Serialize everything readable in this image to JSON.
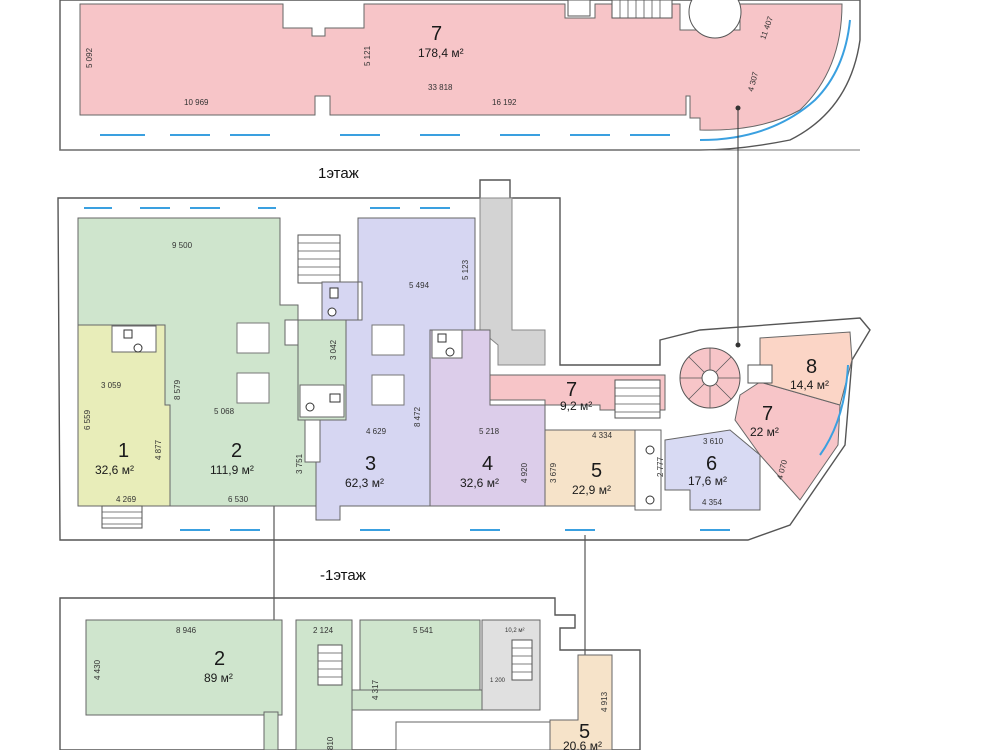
{
  "floors": {
    "upper_rooms": [
      {
        "number": "7",
        "area": "178,4 м²",
        "color": "#f7c5c8"
      }
    ],
    "first": {
      "label": "1этаж",
      "rooms": [
        {
          "number": "1",
          "area": "32,6 м²",
          "color": "#e8edb9"
        },
        {
          "number": "2",
          "area": "111,9 м²",
          "color": "#cfe5cd"
        },
        {
          "number": "3",
          "area": "62,3 м²",
          "color": "#d6d6f2"
        },
        {
          "number": "4",
          "area": "32,6 м²",
          "color": "#dccdea"
        },
        {
          "number": "5",
          "area": "22,9 м²",
          "color": "#f6e3c9"
        },
        {
          "number": "6",
          "area": "17,6 м²",
          "color": "#d8daf3"
        },
        {
          "number": "7",
          "area": "22 м²",
          "color": "#f7c5c8"
        },
        {
          "number": "7",
          "area": "9,2 м²",
          "color": "#f7c5c8"
        },
        {
          "number": "8",
          "area": "14,4 м²",
          "color": "#fbd5c6"
        }
      ]
    },
    "basement": {
      "label": "-1этаж",
      "rooms": [
        {
          "number": "2",
          "area": "89 м²",
          "color": "#cfe5cd"
        },
        {
          "number": "5",
          "area": "20,6 м²",
          "color": "#f6e3c9"
        },
        {
          "number": "",
          "area": "10,2 м²",
          "color": "#e0e0e0"
        }
      ]
    }
  },
  "dimensions": {
    "top": [
      "5 092",
      "5 121",
      "10 969",
      "33 818",
      "16 192",
      "11 407",
      "4 307"
    ],
    "first": [
      "9 500",
      "5 494",
      "5 123",
      "3 059",
      "8 579",
      "6 559",
      "5 068",
      "4 877",
      "4 269",
      "6 530",
      "3 751",
      "3 042",
      "4 629",
      "8 472",
      "5 218",
      "4 920",
      "4 334",
      "3 679",
      "2 777",
      "3 610",
      "4 354",
      "4 070"
    ],
    "basement": [
      "8 946",
      "4 430",
      "2 124",
      "5 541",
      "4 317",
      "1 200",
      "4 913",
      "810"
    ]
  }
}
